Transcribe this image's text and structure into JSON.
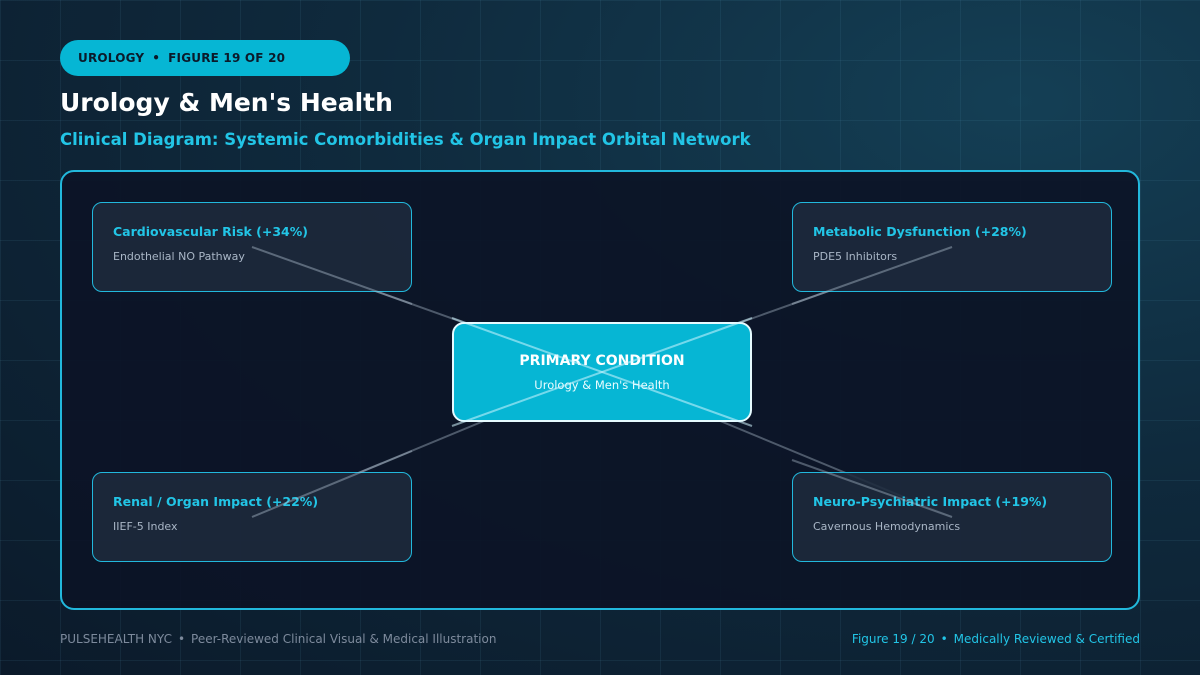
{
  "header": {
    "category": "UROLOGY",
    "figure_label": "FIGURE 19 OF 20",
    "title": "Urology & Men's Health",
    "subtitle": "Clinical Diagram: Systemic Comorbidities & Organ Impact Orbital Network"
  },
  "diagram": {
    "center": {
      "title": "PRIMARY CONDITION",
      "subtitle": "Urology & Men's Health"
    },
    "nodes": [
      {
        "title": "Cardiovascular Risk (+34%)",
        "subtitle": "Endothelial NO Pathway"
      },
      {
        "title": "Metabolic Dysfunction (+28%)",
        "subtitle": "PDE5 Inhibitors"
      },
      {
        "title": "Renal / Organ Impact (+22%)",
        "subtitle": "IIEF-5 Index"
      },
      {
        "title": "Neuro-Psychiatric Impact (+19%)",
        "subtitle": "Cavernous Hemodynamics"
      }
    ]
  },
  "footer": {
    "brand": "PULSEHEALTH NYC",
    "tagline": "Peer-Reviewed Clinical Visual & Medical Illustration",
    "figure": "Figure 19 / 20",
    "certification": "Medically Reviewed & Certified"
  },
  "colors": {
    "accent": "#06b6d4",
    "accent_text": "#22c5e6",
    "background": "#0b1a2a",
    "panel": "#0c1426"
  }
}
